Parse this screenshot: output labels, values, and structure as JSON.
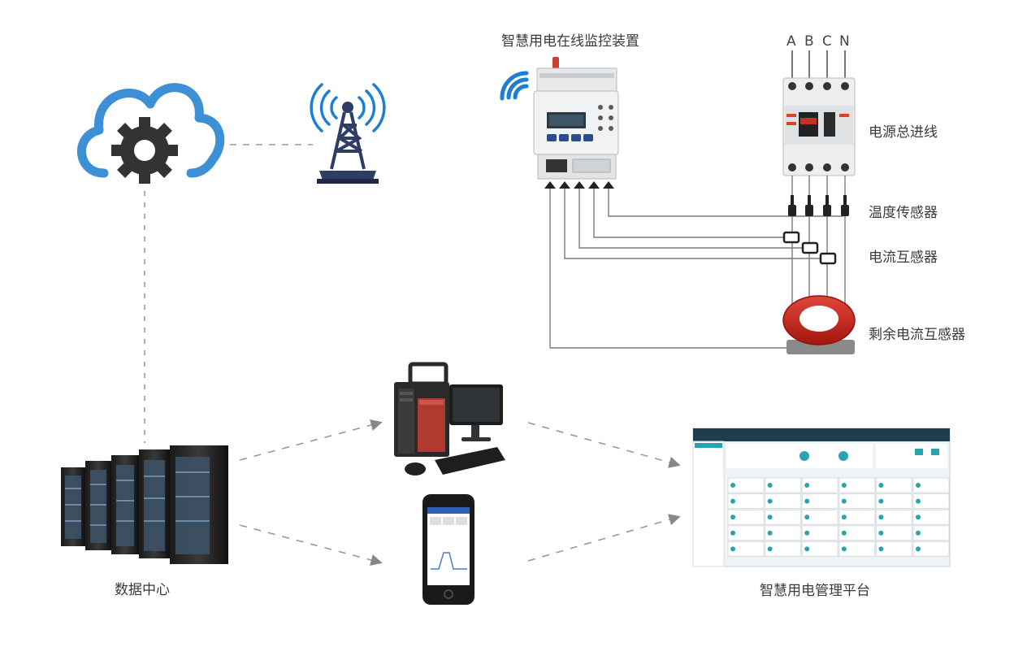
{
  "labels": {
    "device_title": "智慧用电在线监控装置",
    "power_inlet": "电源总进线",
    "temp_sensor": "温度传感器",
    "current_transformer": "电流互感器",
    "residual_ct": "剩余电流互感器",
    "data_center": "数据中心",
    "platform": "智慧用电管理平台"
  },
  "phases": [
    "A",
    "B",
    "C",
    "N"
  ],
  "colors": {
    "cloud_blue": "#3d8fd6",
    "gear": "#333333",
    "tower": "#2f3d66",
    "signal": "#1e7fd0",
    "residual_ring": "#d42a1e",
    "platform_accent": "#2aa3b0",
    "line": "#666666"
  },
  "icons": [
    "cloud-gear-icon",
    "signal-tower-icon",
    "wifi-icon",
    "desktop-computer-icon",
    "smartphone-icon",
    "server-rack-icon"
  ]
}
